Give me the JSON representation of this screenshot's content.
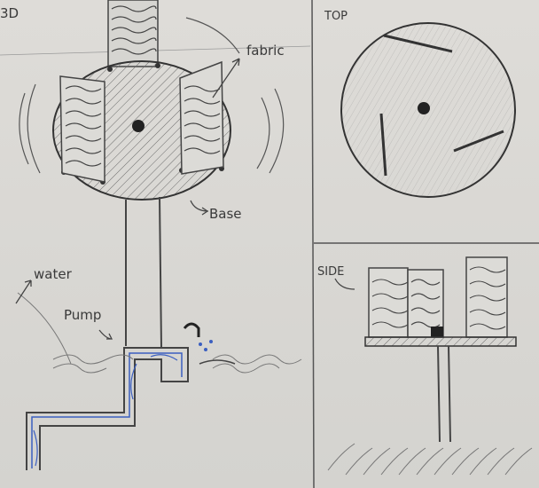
{
  "labels": {
    "view_3d": "3D",
    "view_top": "TOP",
    "view_side": "SIDE",
    "fabric": "fabric",
    "base": "Base",
    "water": "water",
    "pump": "Pump"
  },
  "colors": {
    "pencil": "#4a4a4a",
    "water": "#3b5fc0",
    "paper": "#dcdbd7"
  }
}
